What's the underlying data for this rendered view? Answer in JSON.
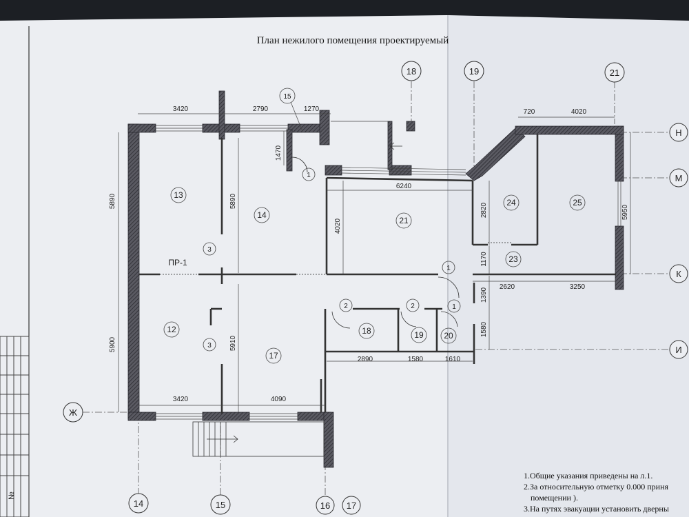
{
  "plan": {
    "title": "План нежилого помещения проектируемый",
    "opening_label": "ПР-1",
    "margin_label": "№"
  },
  "axes": {
    "vertical": [
      "14",
      "15",
      "16",
      "17",
      "18",
      "19",
      "21"
    ],
    "horizontal": [
      "Н",
      "М",
      "К",
      "И",
      "Ж"
    ]
  },
  "rooms": [
    "13",
    "14",
    "21",
    "24",
    "25",
    "23",
    "12",
    "17",
    "18",
    "19",
    "20"
  ],
  "doors": [
    "1",
    "1",
    "1",
    "2",
    "2",
    "15",
    "3",
    "3"
  ],
  "dimensions": {
    "top": [
      "3420",
      "2790",
      "1270",
      "720",
      "4020"
    ],
    "vertical_left": [
      "5890",
      "5900"
    ],
    "inner": [
      "5890",
      "5910",
      "1470",
      "4020",
      "6240",
      "2820",
      "1170",
      "1390",
      "1580",
      "5950"
    ],
    "row_k": [
      "2620",
      "3250"
    ],
    "row_i": [
      "2890",
      "1580",
      "1610"
    ],
    "bottom": [
      "3420",
      "4090"
    ]
  },
  "notes": [
    "1.Общие указания приведены на л.1.",
    "2.За относительную отметку 0.000 приня",
    "помещении ).",
    "3.На путях эвакуации установить дверны"
  ],
  "colors": {
    "paper": "#eef0f4",
    "wall": "#3c3c44",
    "background": "#1c1f24"
  }
}
